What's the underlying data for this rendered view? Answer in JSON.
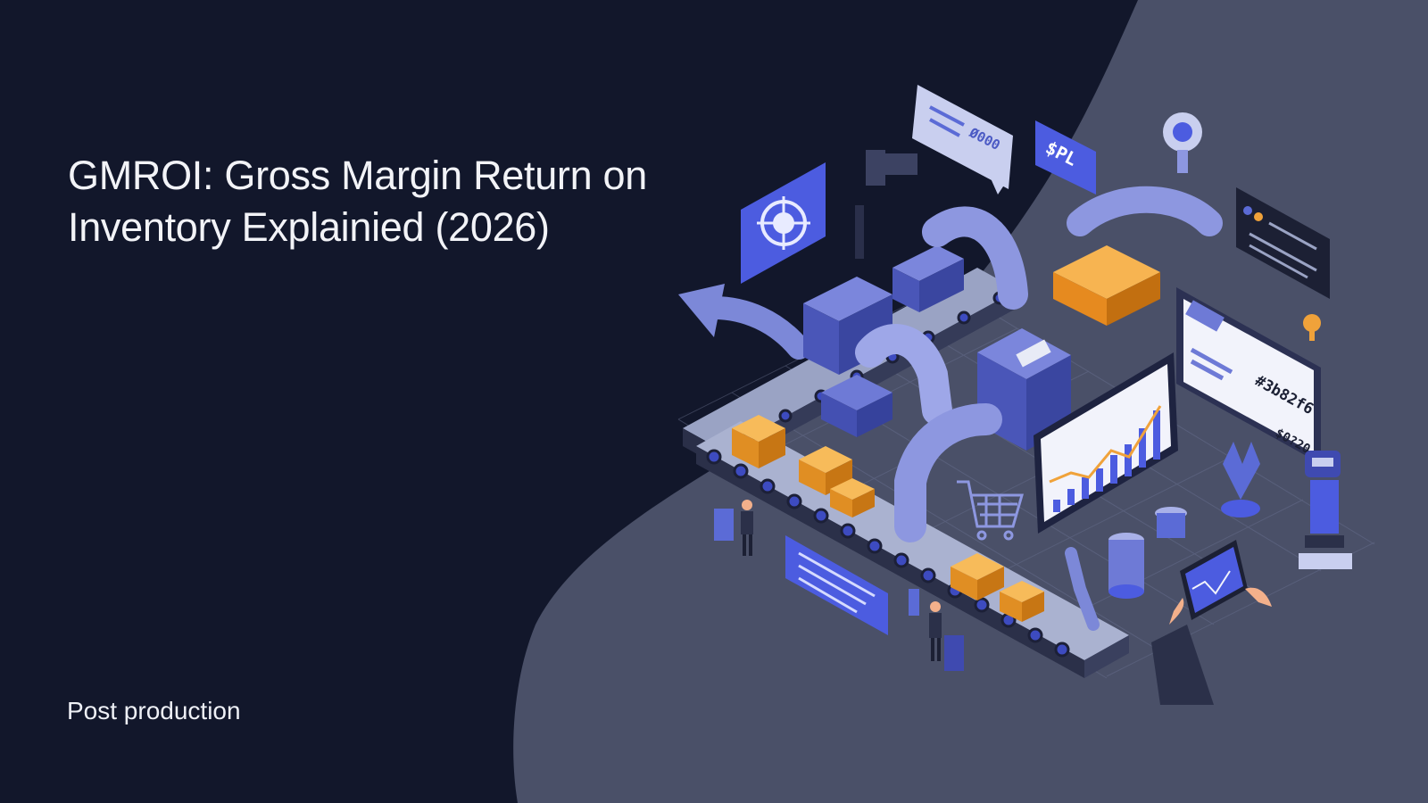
{
  "page": {
    "title": "GMROI: Gross Margin Return on Inventory Explainied (2026)",
    "subtitle": "Post production"
  },
  "illustration": {
    "bubble_top_label": "Ø000",
    "dollar_badge_label": "$PL",
    "screen_code_label": "#3b82f6",
    "screen_small_label": "$0?20"
  },
  "colors": {
    "background": "#12172b",
    "wave_panel": "#4a5068",
    "accent_blue": "#5b6fe0",
    "box_orange": "#f0a23a"
  },
  "icons": [
    "coin-target-icon",
    "shopping-cart-icon",
    "location-pin-icon",
    "robot-icon",
    "person-icon"
  ]
}
